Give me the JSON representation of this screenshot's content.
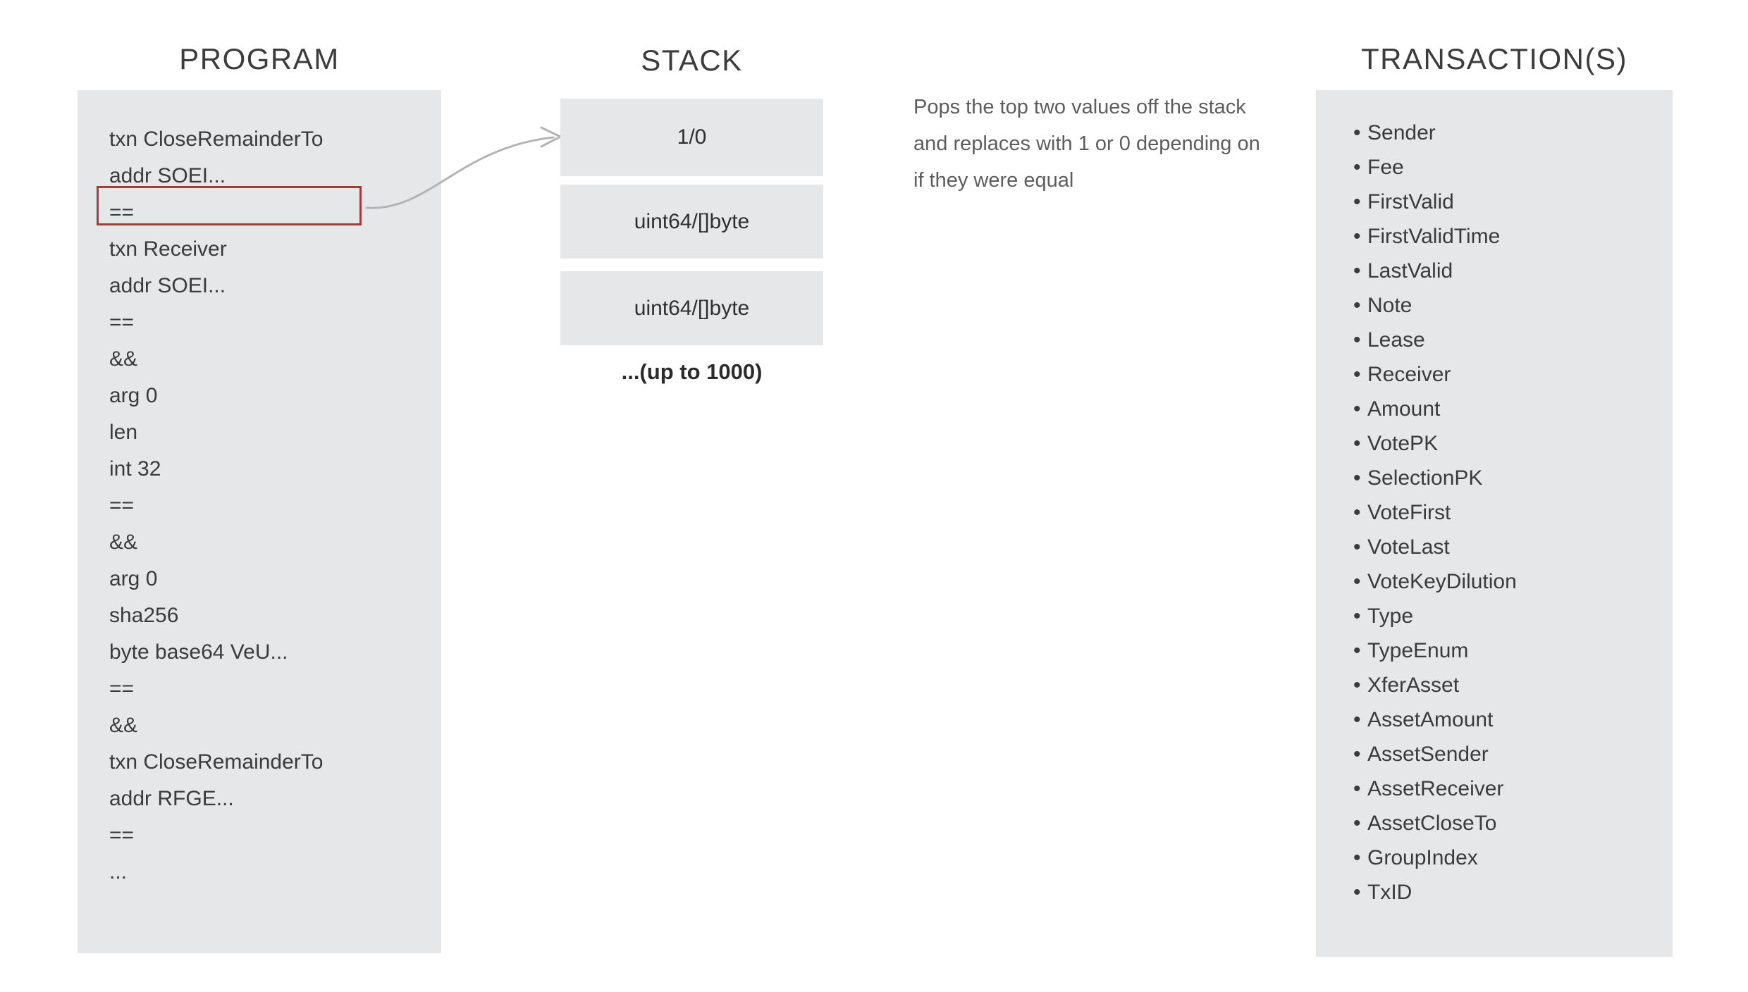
{
  "program": {
    "heading": "PROGRAM",
    "highlighted_index": 2,
    "lines": [
      "txn CloseRemainderTo",
      "addr SOEI...",
      "==",
      "txn Receiver",
      "addr SOEI...",
      "==",
      "&&",
      "arg 0",
      "len",
      "int 32",
      "==",
      "&&",
      "arg 0",
      "sha256",
      "byte base64 VeU...",
      "==",
      "&&",
      "txn CloseRemainderTo",
      "addr RFGE...",
      "==",
      "..."
    ]
  },
  "stack": {
    "heading": "STACK",
    "cells": [
      "1/0",
      "uint64/[]byte",
      "uint64/[]byte"
    ],
    "more_label": "...(up to 1000)"
  },
  "annotation": {
    "text": "Pops the top two values off the stack and replaces with 1 or 0 depending on if they were equal"
  },
  "transactions": {
    "heading": "TRANSACTION(S)",
    "bullet": "•",
    "fields": [
      "Sender",
      "Fee",
      "FirstValid",
      "FirstValidTime",
      "LastValid",
      "Note",
      "Lease",
      "Receiver",
      "Amount",
      "VotePK",
      "SelectionPK",
      "VoteFirst",
      "VoteLast",
      "VoteKeyDilution",
      "Type",
      "TypeEnum",
      "XferAsset",
      "AssetAmount",
      "AssetSender",
      "AssetReceiver",
      "AssetCloseTo",
      "GroupIndex",
      "TxID"
    ]
  },
  "colors": {
    "panel_background": "#e6e7e9",
    "highlight_border": "#a03c3c",
    "text": "#3b3b3d",
    "annotation_text": "#5d5d60",
    "arrow": "#b4b4b6",
    "page_background": "#ffffff"
  }
}
